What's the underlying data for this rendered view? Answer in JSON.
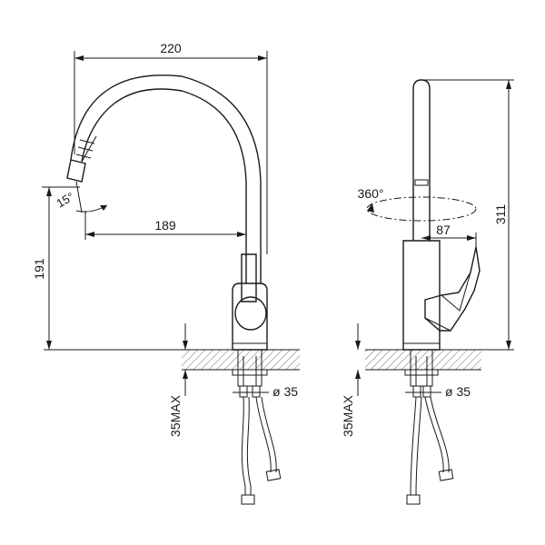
{
  "dimensions": {
    "overall_width": "220",
    "spout_reach": "189",
    "spout_height": "191",
    "tilt_angle": "15°",
    "rotation": "360°",
    "handle_reach": "87",
    "overall_height": "311",
    "max_thickness_left": "35MAX",
    "max_thickness_right": "35MAX",
    "hole_diameter_left": "ø 35",
    "hole_diameter_right": "ø 35"
  }
}
